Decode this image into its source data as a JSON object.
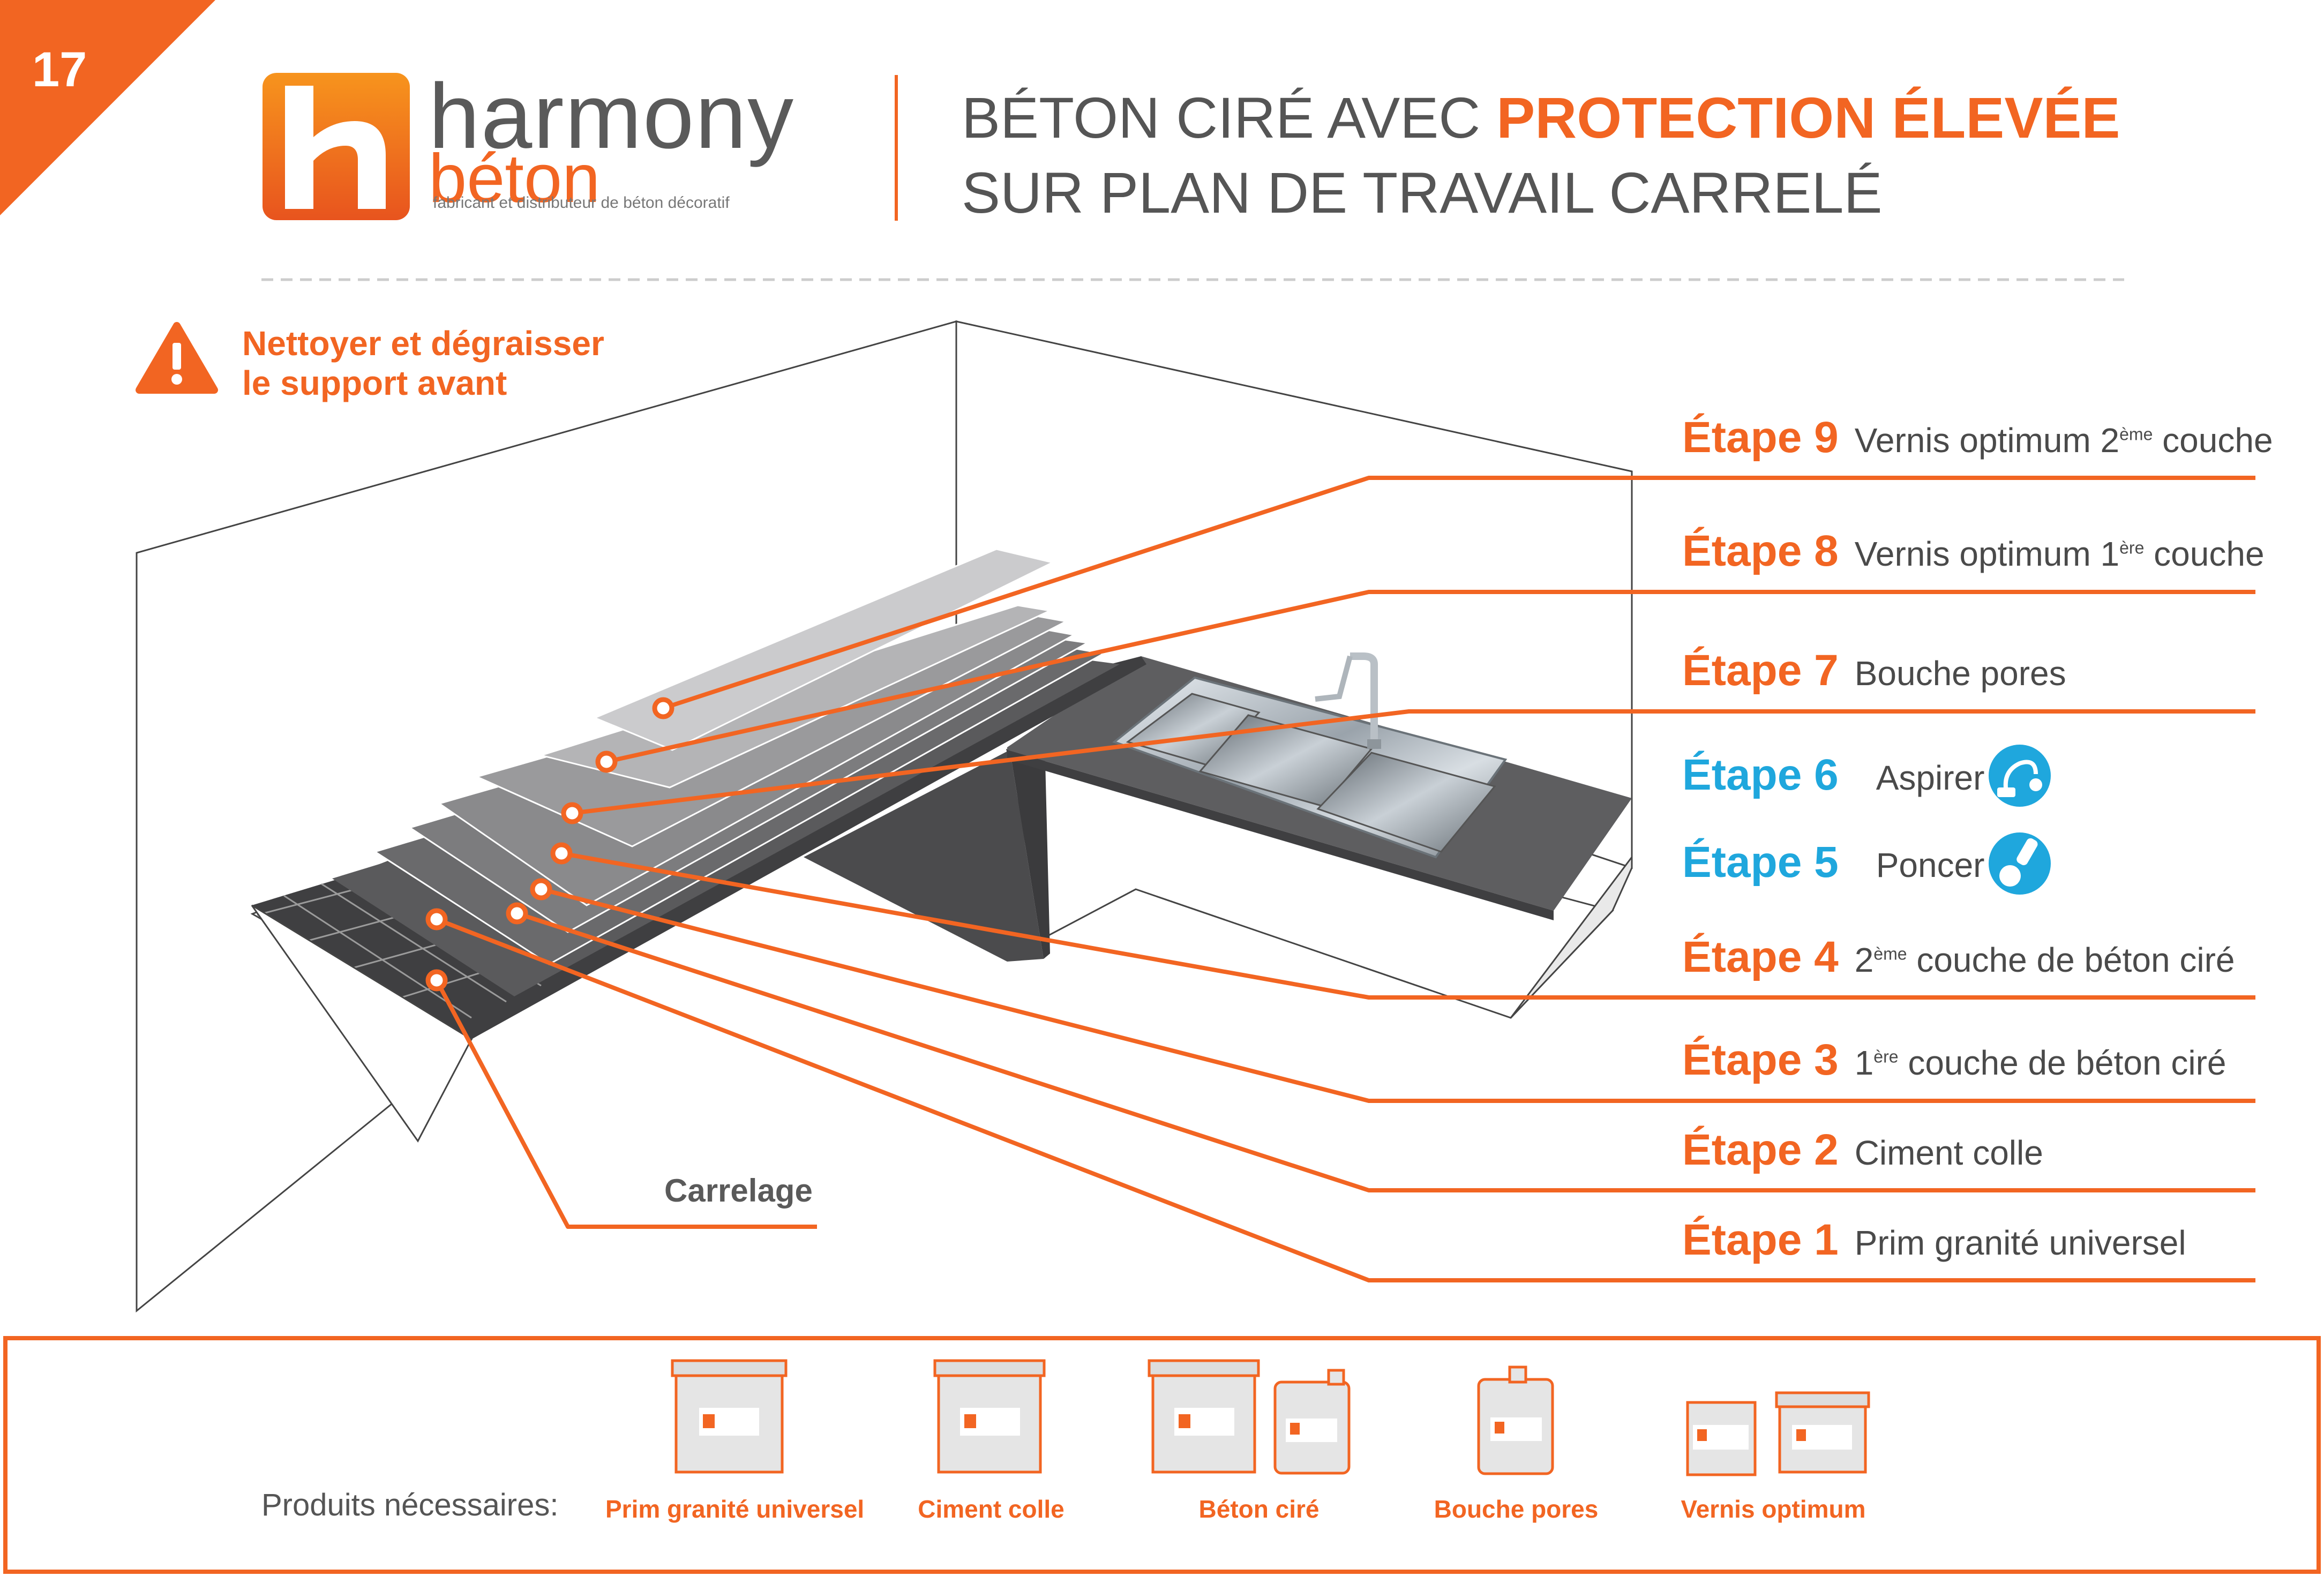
{
  "page_number": "17",
  "brand": {
    "name": "harmony",
    "sub": "béton",
    "tagline": "fabricant et distributeur de béton décoratif",
    "orange": "#f26522",
    "blue": "#1fa7dd"
  },
  "title": {
    "line1_normal": "BÉTON CIRÉ AVEC ",
    "line1_highlight": "PROTECTION ÉLEVÉE",
    "line2": "SUR PLAN DE TRAVAIL CARRELÉ"
  },
  "warning": {
    "icon": "warning-triangle-icon",
    "line1": "Nettoyer et dégraisser",
    "line2": "le support avant"
  },
  "steps": [
    {
      "label": "Étape 9",
      "desc_before": "Vernis optimum 2",
      "sup": "ème",
      "desc_after": " couche"
    },
    {
      "label": "Étape 8",
      "desc_before": "Vernis optimum 1",
      "sup": "ère",
      "desc_after": " couche"
    },
    {
      "label": "Étape 7",
      "desc_before": "Bouche pores",
      "sup": "",
      "desc_after": ""
    },
    {
      "label": "Étape 6",
      "desc_before": "Aspirer",
      "sup": "",
      "desc_after": "",
      "icon": "vacuum-icon"
    },
    {
      "label": "Étape 5",
      "desc_before": "Poncer",
      "sup": "",
      "desc_after": "",
      "icon": "sander-icon"
    },
    {
      "label": "Étape 4",
      "desc_before": "2",
      "sup": "ème",
      "desc_after": " couche de béton ciré"
    },
    {
      "label": "Étape 3",
      "desc_before": "1",
      "sup": "ère",
      "desc_after": " couche de béton ciré"
    },
    {
      "label": "Étape 2",
      "desc_before": "Ciment colle",
      "sup": "",
      "desc_after": ""
    },
    {
      "label": "Étape 1",
      "desc_before": "Prim granité universel",
      "sup": "",
      "desc_after": ""
    }
  ],
  "base_layer_label": "Carrelage",
  "products": {
    "label": "Produits nécessaires:",
    "items": [
      "Prim granité universel",
      "Ciment colle",
      "Béton ciré",
      "Bouche pores",
      "Vernis optimum"
    ]
  }
}
